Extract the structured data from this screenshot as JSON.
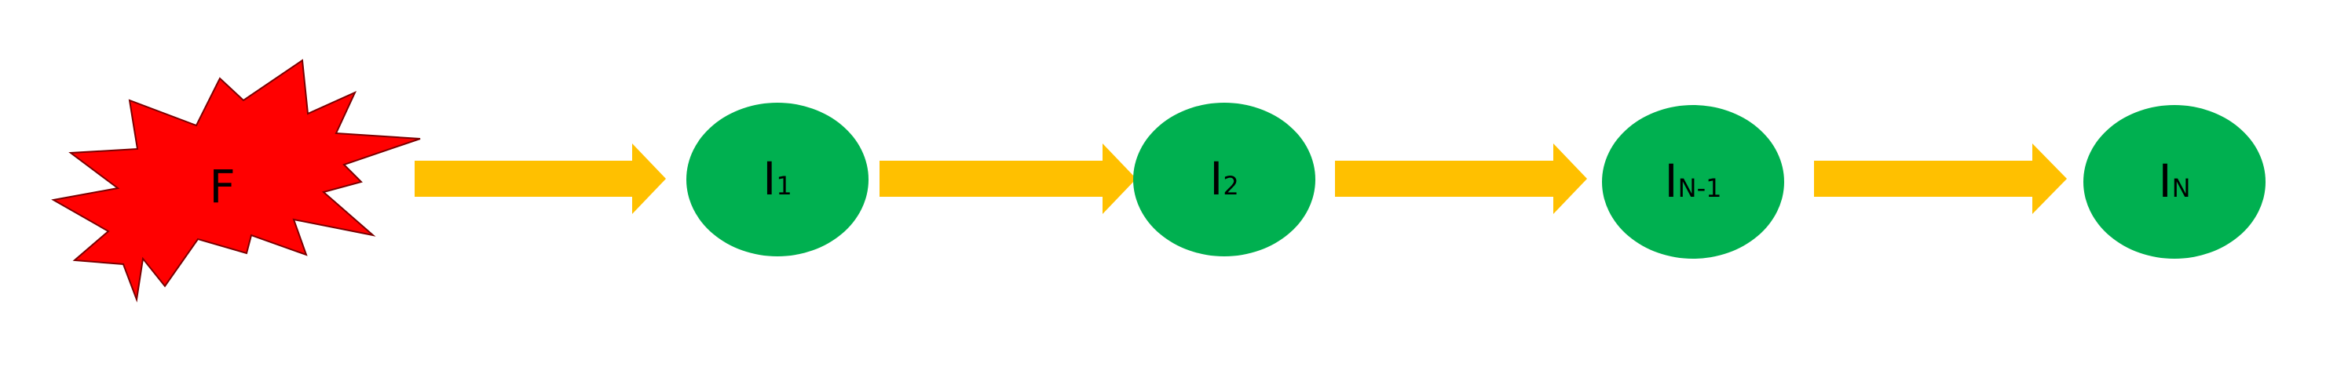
{
  "diagram": {
    "source": {
      "label": "F"
    },
    "nodes": [
      {
        "base": "I",
        "sub": "1"
      },
      {
        "base": "I",
        "sub": "2"
      },
      {
        "base": "I",
        "sub": "N-1"
      },
      {
        "base": "I",
        "sub": "N"
      }
    ]
  },
  "colors": {
    "source_fill": "#FF0000",
    "source_stroke": "#7A0000",
    "node_fill": "#00B050",
    "arrow_fill": "#FFC000",
    "text": "#000000"
  }
}
